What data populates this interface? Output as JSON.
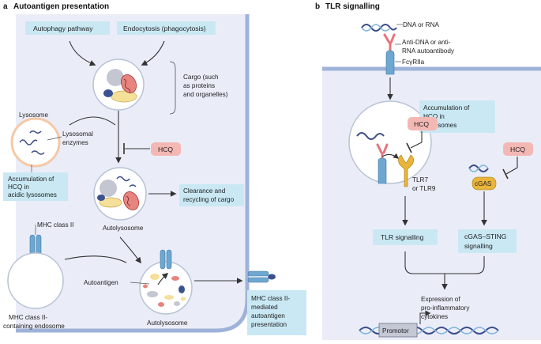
{
  "panel_a": {
    "letter": "a",
    "title": "Autoantigen presentation",
    "boxes": {
      "autophagy": "Autophagy pathway",
      "endocytosis": "Endocytosis (phagocytosis)",
      "clearance": [
        "Clearance and",
        "recycling of cargo"
      ],
      "accumulation": [
        "Accumulation of",
        "HCQ in",
        "acidic lysosomes"
      ],
      "mhc_present": [
        "MHC class II-",
        "mediated",
        "autoantigen",
        "presentation"
      ]
    },
    "hcq": "HCQ",
    "labels": {
      "cargo": [
        "Cargo (such",
        "as proteins",
        "and organelles)"
      ],
      "lysosome": "Lysosome",
      "enzymes": [
        "Lysosomal",
        "enzymes"
      ],
      "autolysosome_1": "Autolysosome",
      "autolysosome_2": "Autolysosome",
      "mhc_class_ii": "MHC class II",
      "endosome": [
        "MHC class II-",
        "containing endosome"
      ],
      "autoantigen": "Autoantigen"
    }
  },
  "panel_b": {
    "letter": "b",
    "title": "TLR signalling",
    "labels": {
      "dna_rna": "DNA or RNA",
      "antibody": [
        "Anti-DNA or anti-",
        "RNA autoantibody"
      ],
      "fcgr": "FcγRIIa",
      "tlr7": [
        "TLR7",
        "or TLR9"
      ],
      "cgas": "cGAS",
      "expression": [
        "Expression of",
        "pro-inflammatory",
        "cytokines"
      ],
      "promotor": "Promotor"
    },
    "boxes": {
      "accumulation": [
        "Accumulation of",
        "HCQ in",
        "endosomes"
      ],
      "tlr_signalling": "TLR signalling",
      "cgas_sting": [
        "cGAS–STING",
        "signalling"
      ]
    },
    "hcq_1": "HCQ",
    "hcq_2": "HCQ"
  },
  "colors": {
    "cell_bg": "#eaedf8",
    "membrane": "#9fb3d9",
    "info_box": "#c9e8f4",
    "hcq_box": "#f4b8b4",
    "receptor": "#6ea7cf",
    "antibody": "#e8737a"
  }
}
